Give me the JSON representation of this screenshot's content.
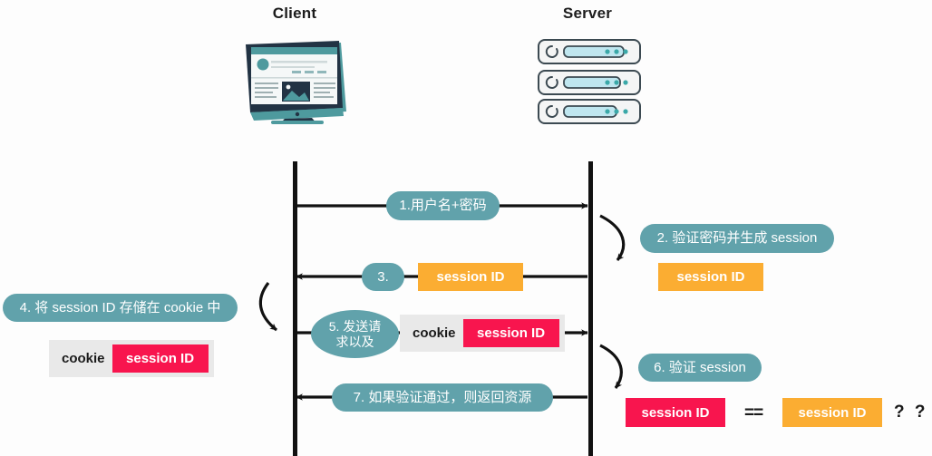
{
  "diagram": {
    "title_client": "Client",
    "title_server": "Server",
    "type": "sequence-diagram",
    "actors": [
      {
        "name": "client",
        "label": "Client",
        "icon": "desktop-monitor-icon"
      },
      {
        "name": "server",
        "label": "Server",
        "icon": "server-stack-icon"
      }
    ],
    "colors": {
      "teal": "#61a2ab",
      "orange": "#fbad32",
      "pink": "#f8154e",
      "gray_box": "#e9e9e9",
      "line": "#111111",
      "background": "#fdfdfd",
      "device_teal": "#4e9a9e",
      "device_dark": "#223344"
    },
    "steps": [
      {
        "id": 1,
        "label": "1.用户名+密码",
        "direction": "client-to-server",
        "shape": "pill"
      },
      {
        "id": 2,
        "label": "2. 验证密码并生成 session",
        "direction": "server-self",
        "shape": "pill"
      },
      {
        "id": 3,
        "label": "3.",
        "direction": "server-to-client",
        "shape": "pill"
      },
      {
        "id": 4,
        "label": "4. 将 session ID 存储在 cookie 中",
        "direction": "client-self",
        "shape": "pill"
      },
      {
        "id": 5,
        "label": "5. 发送请\n求以及",
        "direction": "client-to-server",
        "shape": "ellipse"
      },
      {
        "id": 6,
        "label": "6. 验证 session",
        "direction": "server-self",
        "shape": "pill"
      },
      {
        "id": 7,
        "label": "7. 如果验证通过，则返回资源",
        "direction": "server-to-client",
        "shape": "pill"
      }
    ],
    "tokens": {
      "session_id": "session ID",
      "cookie_label": "cookie",
      "equals": "==",
      "question_marks": "? ?"
    }
  }
}
